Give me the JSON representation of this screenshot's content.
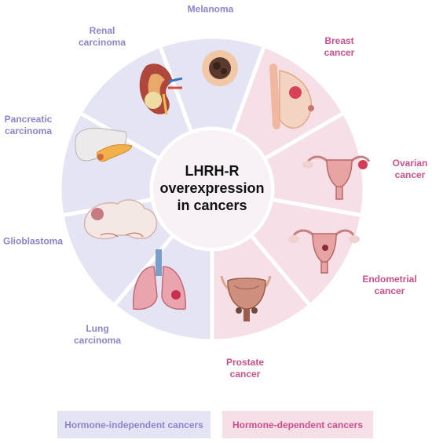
{
  "center_title": [
    "LHRH-R",
    "overexpression",
    "in cancers"
  ],
  "segments": [
    {
      "id": "melanoma",
      "lines": [
        "Melanoma"
      ],
      "group": "independent",
      "icon": "melanoma-mole-icon"
    },
    {
      "id": "breast",
      "lines": [
        "Breast",
        "cancer"
      ],
      "group": "dependent",
      "icon": "breast-tumor-icon"
    },
    {
      "id": "ovarian",
      "lines": [
        "Ovarian",
        "cancer"
      ],
      "group": "dependent",
      "icon": "uterus-ovary-tumor-icon"
    },
    {
      "id": "endometrial",
      "lines": [
        "Endometrial",
        "cancer"
      ],
      "group": "dependent",
      "icon": "uterus-endometrium-tumor-icon"
    },
    {
      "id": "prostate",
      "lines": [
        "Prostate",
        "cancer"
      ],
      "group": "dependent",
      "icon": "prostate-bladder-icon"
    },
    {
      "id": "lung",
      "lines": [
        "Lung",
        "carcinoma"
      ],
      "group": "independent",
      "icon": "lungs-tumor-icon"
    },
    {
      "id": "glioblastoma",
      "lines": [
        "Glioblastoma"
      ],
      "group": "independent",
      "icon": "brain-tumor-icon"
    },
    {
      "id": "pancreatic",
      "lines": [
        "Pancreatic",
        "carcinoma"
      ],
      "group": "independent",
      "icon": "pancreas-icon"
    },
    {
      "id": "renal",
      "lines": [
        "Renal",
        "carcinoma"
      ],
      "group": "independent",
      "icon": "kidney-tumor-icon"
    }
  ],
  "legend": {
    "independent": "Hormone-independent cancers",
    "dependent": "Hormone-dependent cancers"
  },
  "colors": {
    "independent_fill": "#e5e4f4",
    "dependent_fill": "#f6dfe7",
    "independent_text": "#8a85cf",
    "dependent_text": "#cf4f8c",
    "center_fill": "#f8f1f5",
    "separator": "#ffffff"
  }
}
